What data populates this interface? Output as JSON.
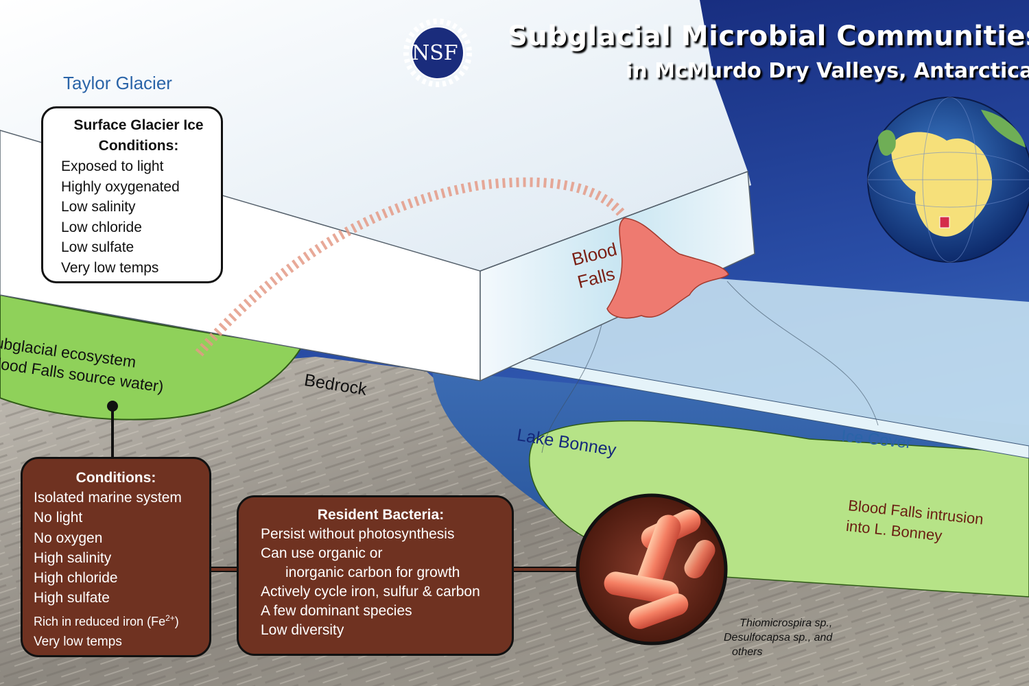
{
  "title": {
    "line1": "Subglacial Microbial Communities",
    "line2": "in McMurdo Dry Valleys, Antarctica"
  },
  "logo": {
    "text": "NSF"
  },
  "labels": {
    "taylor_glacier": "Taylor Glacier",
    "blood_falls_line1": "Blood",
    "blood_falls_line2": "Falls",
    "subglacial_line1": "Subglacial ecosystem",
    "subglacial_line2": "(Blood Falls source water)",
    "bedrock": "Bedrock",
    "lake_bonney": "Lake Bonney",
    "ice_cover": "Ice Cover",
    "intrusion_line1": "Blood Falls intrusion",
    "intrusion_line2": "into L. Bonney",
    "species_line1": "Thiomicrospira sp.,",
    "species_line2": "Desulfocapsa sp., and",
    "species_line3": "others"
  },
  "surface_box": {
    "title": "Surface Glacier Ice Conditions:",
    "items": [
      "Exposed to light",
      "Highly oxygenated",
      "Low salinity",
      "Low chloride",
      "Low sulfate",
      "Very low temps"
    ]
  },
  "conditions_box": {
    "title": "Conditions:",
    "items": [
      "Isolated marine system",
      "No light",
      "No oxygen",
      "High salinity",
      "High chloride",
      "High sulfate"
    ],
    "iron_item": "Rich in reduced iron (Fe",
    "iron_sup": "2+",
    "iron_close": ")",
    "last_item": "Very low temps"
  },
  "bacteria_box": {
    "title": "Resident Bacteria:",
    "item1": "Persist without  photosynthesis",
    "item2": "Can use organic or",
    "item3": "inorganic carbon for growth",
    "item4": "Actively cycle iron, sulfur & carbon",
    "item5": "A few dominant species",
    "item6": "Low diversity"
  },
  "colors": {
    "sky_top": "#15267a",
    "sky_bottom": "#3d6fc0",
    "glacier": "#eef5fb",
    "green": "#8fd15a",
    "bedrock": "#9b958c",
    "brown_box": "#6f3221",
    "blood": "#e8706a",
    "lake_blue": "#2f5ea6",
    "label_blue": "#2a64a8",
    "label_maroon": "#6a1e12"
  }
}
